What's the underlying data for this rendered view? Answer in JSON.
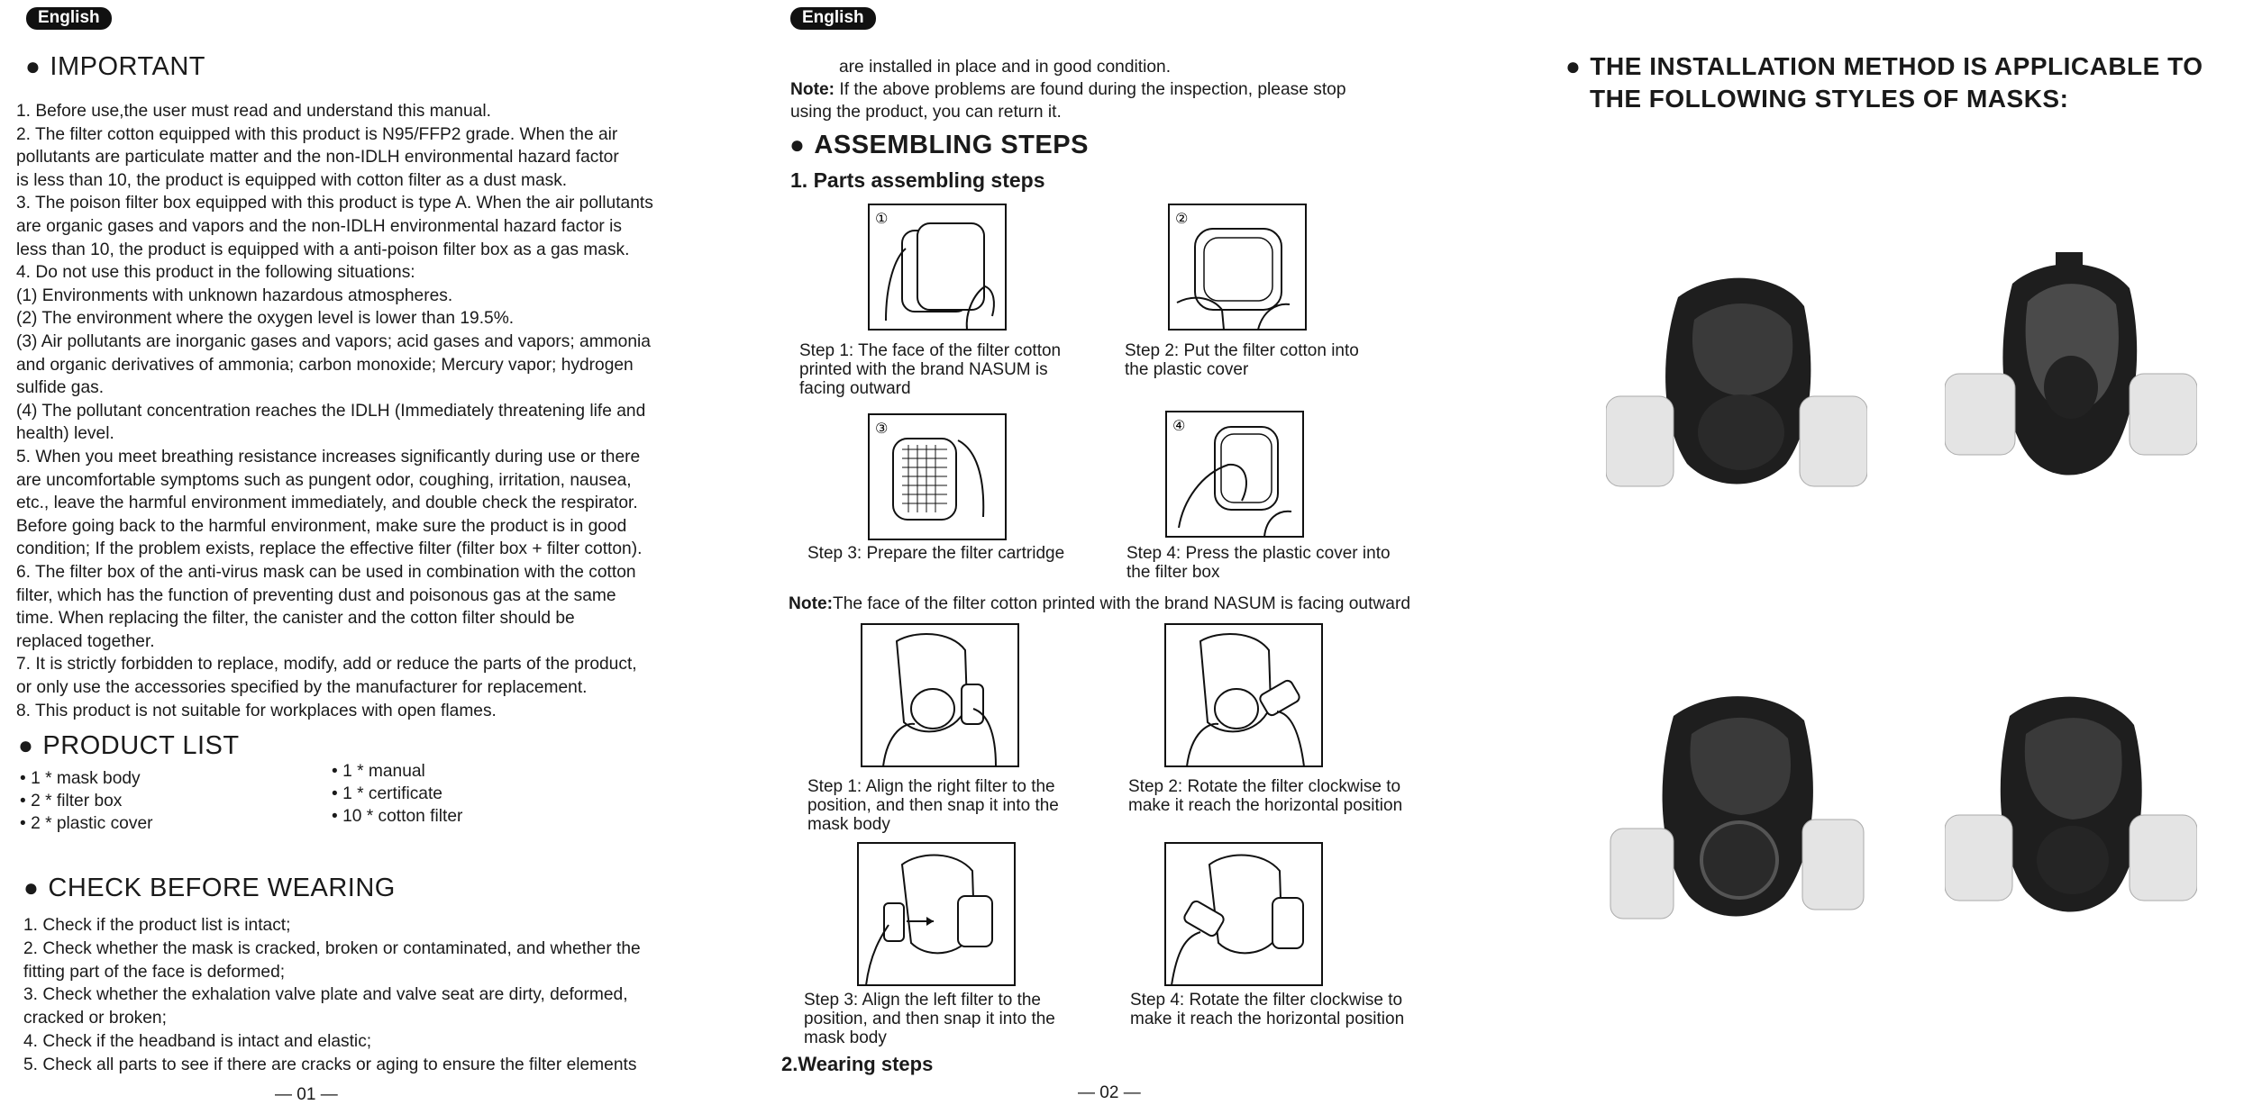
{
  "page1": {
    "language_badge": "English",
    "important_heading": "IMPORTANT",
    "important_lines": [
      "1. Before use,the user must read and understand this manual.",
      "2. The filter cotton equipped with this product is N95/FFP2 grade. When the air",
      "    pollutants are particulate matter and the non-IDLH environmental hazard factor",
      "    is less than 10, the product is equipped with cotton filter as a dust mask.",
      "3. The poison filter box equipped with this product is type A. When the air pollutants",
      "    are organic gases and vapors and the non-IDLH environmental hazard factor is",
      "    less than 10, the product is equipped with a anti-poison filter box as a gas mask.",
      "4. Do not use this product in the following situations:",
      "(1) Environments with unknown hazardous atmospheres.",
      "(2) The environment where the oxygen level is lower than 19.5%.",
      "(3) Air pollutants are inorganic gases and vapors; acid gases and vapors; ammonia",
      "     and organic derivatives of ammonia; carbon monoxide; Mercury vapor; hydrogen",
      "     sulfide gas.",
      "(4) The pollutant concentration reaches the IDLH (Immediately threatening life and",
      "     health) level.",
      "5. When you meet breathing resistance increases significantly during use or there",
      "    are uncomfortable symptoms such as pungent odor, coughing, irritation, nausea,",
      "    etc., leave the harmful environment immediately, and double check the respirator.",
      "    Before going back to the harmful environment, make sure the product is in good",
      "    condition; If the problem exists, replace the effective filter (filter box + filter cotton).",
      "6. The filter box of the anti-virus mask can be used in combination with the cotton",
      "    filter, which has the function of preventing dust and poisonous gas at the same",
      "    time. When replacing the filter, the canister and the cotton filter should be",
      "    replaced together.",
      "7. It is strictly forbidden to replace, modify, add or reduce the parts of the product,",
      "   or only use the accessories specified by the manufacturer for replacement.",
      "8. This product is not suitable for workplaces with open flames."
    ],
    "product_list_heading": "PRODUCT LIST",
    "product_list_left": [
      "1 * mask body",
      "2 * filter box",
      "2 * plastic cover"
    ],
    "product_list_right": [
      "1 * manual",
      "1 * certificate",
      "10 * cotton filter"
    ],
    "check_heading": "CHECK BEFORE WEARING",
    "check_lines": [
      "1. Check if the product list is intact;",
      "2. Check whether the mask is cracked, broken or contaminated, and whether the",
      "    fitting part of the face is deformed;",
      "3. Check whether the exhalation valve plate and valve seat are dirty, deformed,",
      "    cracked or broken;",
      "4. Check if the headband is intact and elastic;",
      "5. Check all parts to see if there are cracks or aging to ensure the filter elements"
    ],
    "page_number": "— 01 —"
  },
  "page2": {
    "language_badge": "English",
    "continuation_line": "are installed in place and in good condition.",
    "note_label": "Note:",
    "note_text": " If the above problems are found during the inspection, please stop",
    "note_text2": "using the product, you can return it.",
    "assembling_heading": "ASSEMBLING STEPS",
    "parts_heading": "1. Parts assembling steps",
    "parts_steps": [
      {
        "num": "①",
        "caption": [
          "Step 1: The face of the filter cotton",
          "printed with the brand NASUM is",
          "facing outward"
        ]
      },
      {
        "num": "②",
        "caption": [
          "Step 2: Put the filter cotton into",
          "the plastic cover"
        ]
      },
      {
        "num": "③",
        "caption": [
          "Step 3: Prepare the filter cartridge"
        ]
      },
      {
        "num": "④",
        "caption": [
          "Step 4: Press the plastic cover into",
          "the filter box"
        ]
      }
    ],
    "mid_note_label": "Note:",
    "mid_note_text": "The face of the filter cotton printed with the brand NASUM is facing outward",
    "filter_steps": [
      {
        "caption": [
          "Step 1: Align the right filter to the",
          "position, and then snap it into the",
          "mask body"
        ]
      },
      {
        "caption": [
          "Step 2: Rotate the filter clockwise to",
          "make it reach the horizontal position"
        ]
      },
      {
        "caption": [
          "Step 3: Align the left filter to the",
          "position, and then snap it into the",
          "mask body"
        ]
      },
      {
        "caption": [
          "Step 4: Rotate the filter clockwise to",
          "make it reach the horizontal position"
        ]
      }
    ],
    "wearing_heading": "2.Wearing steps",
    "page_number": "— 02 —"
  },
  "page3": {
    "heading_line1": "THE INSTALLATION METHOD IS APPLICABLE TO",
    "heading_line2": "THE FOLLOWING STYLES OF MASKS:"
  },
  "colors": {
    "ink": "#1a1a1a",
    "badge_bg": "#111111",
    "mask_dark": "#1e1e1e",
    "filter_light": "#e4e4e4"
  }
}
